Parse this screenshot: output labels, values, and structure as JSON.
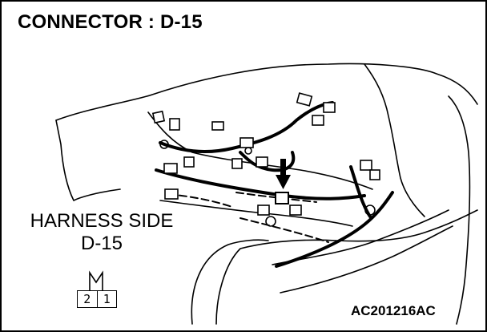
{
  "title": "CONNECTOR : D-15",
  "harness_side": {
    "label": "HARNESS SIDE",
    "connector_id": "D-15",
    "pins": [
      "2",
      "1"
    ]
  },
  "figure_code": "AC201216AC",
  "colors": {
    "ink": "#000000",
    "paper": "#ffffff"
  },
  "icons": {
    "locator_arrow": "arrow-down-icon"
  }
}
